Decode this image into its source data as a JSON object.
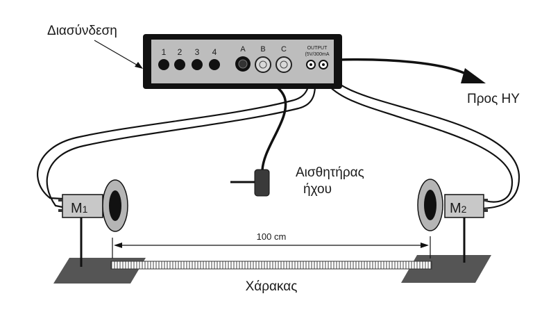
{
  "labels": {
    "interface": "Διασύνδεση",
    "to_pc": "Προς ΗΥ",
    "sound_sensor_line1": "Αισθητήρας",
    "sound_sensor_line2": "ήχου",
    "distance": "100 cm",
    "ruler": "Χάρακας",
    "speaker_left": "M",
    "speaker_left_sub": "1",
    "speaker_right": "M",
    "speaker_right_sub": "2"
  },
  "interface_box": {
    "port_numbers": [
      "1",
      "2",
      "3",
      "4"
    ],
    "port_letters": [
      "A",
      "B",
      "C"
    ],
    "output_line1": "OUTPUT",
    "output_line2": "(5V/300mA"
  },
  "colors": {
    "box_frame": "#111111",
    "box_face": "#bdbdbd",
    "speaker_body": "#c8c8c8",
    "speaker_cone": "#b5b5b5",
    "base_plate": "#555555",
    "cable": "#111111"
  }
}
